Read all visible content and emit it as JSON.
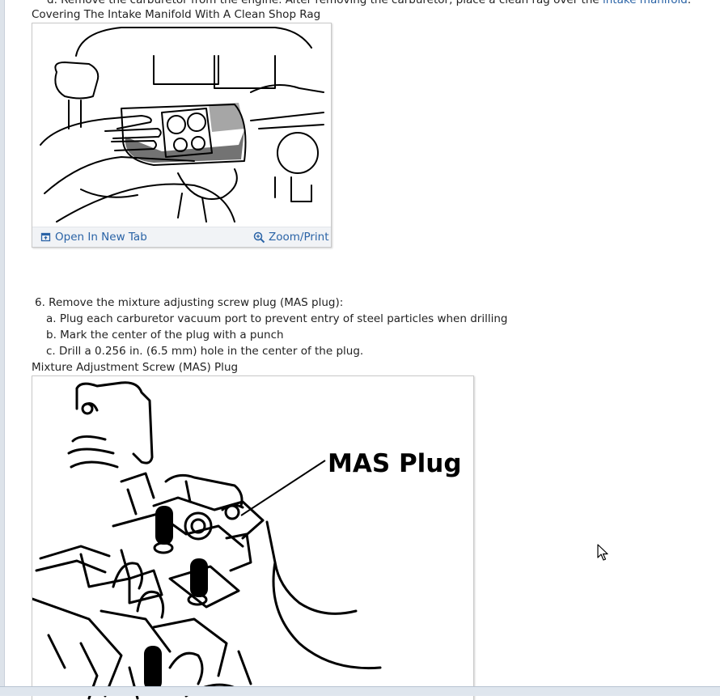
{
  "step5": {
    "sub_d_prefix": "d. Remove the carburetor from the engine. After removing the carburetor, place a clean rag over the",
    "sub_d_link": "intake manifold",
    "sub_d_suffix": "."
  },
  "figure1": {
    "caption": "Covering The Intake Manifold With A Clean Shop Rag",
    "open_label": "Open In New Tab",
    "zoom_label": "Zoom/Print",
    "icons": {
      "open": "open-in-new-tab-icon",
      "zoom": "zoom-icon"
    }
  },
  "step6": {
    "title": "6. Remove the mixture adjusting screw plug (MAS plug):",
    "items": [
      "a. Plug each carburetor vacuum port to prevent entry of steel particles when drilling",
      "b. Mark the center of the plug with a punch",
      "c. Drill a 0.256 in. (6.5 mm) hole in the center of the plug."
    ]
  },
  "figure2": {
    "caption": "Mixture Adjustment Screw (MAS) Plug",
    "callout": "MAS Plug"
  },
  "colors": {
    "link": "#2a63a6",
    "toolbar_bg": "#f1f3f6",
    "text": "#222222"
  }
}
